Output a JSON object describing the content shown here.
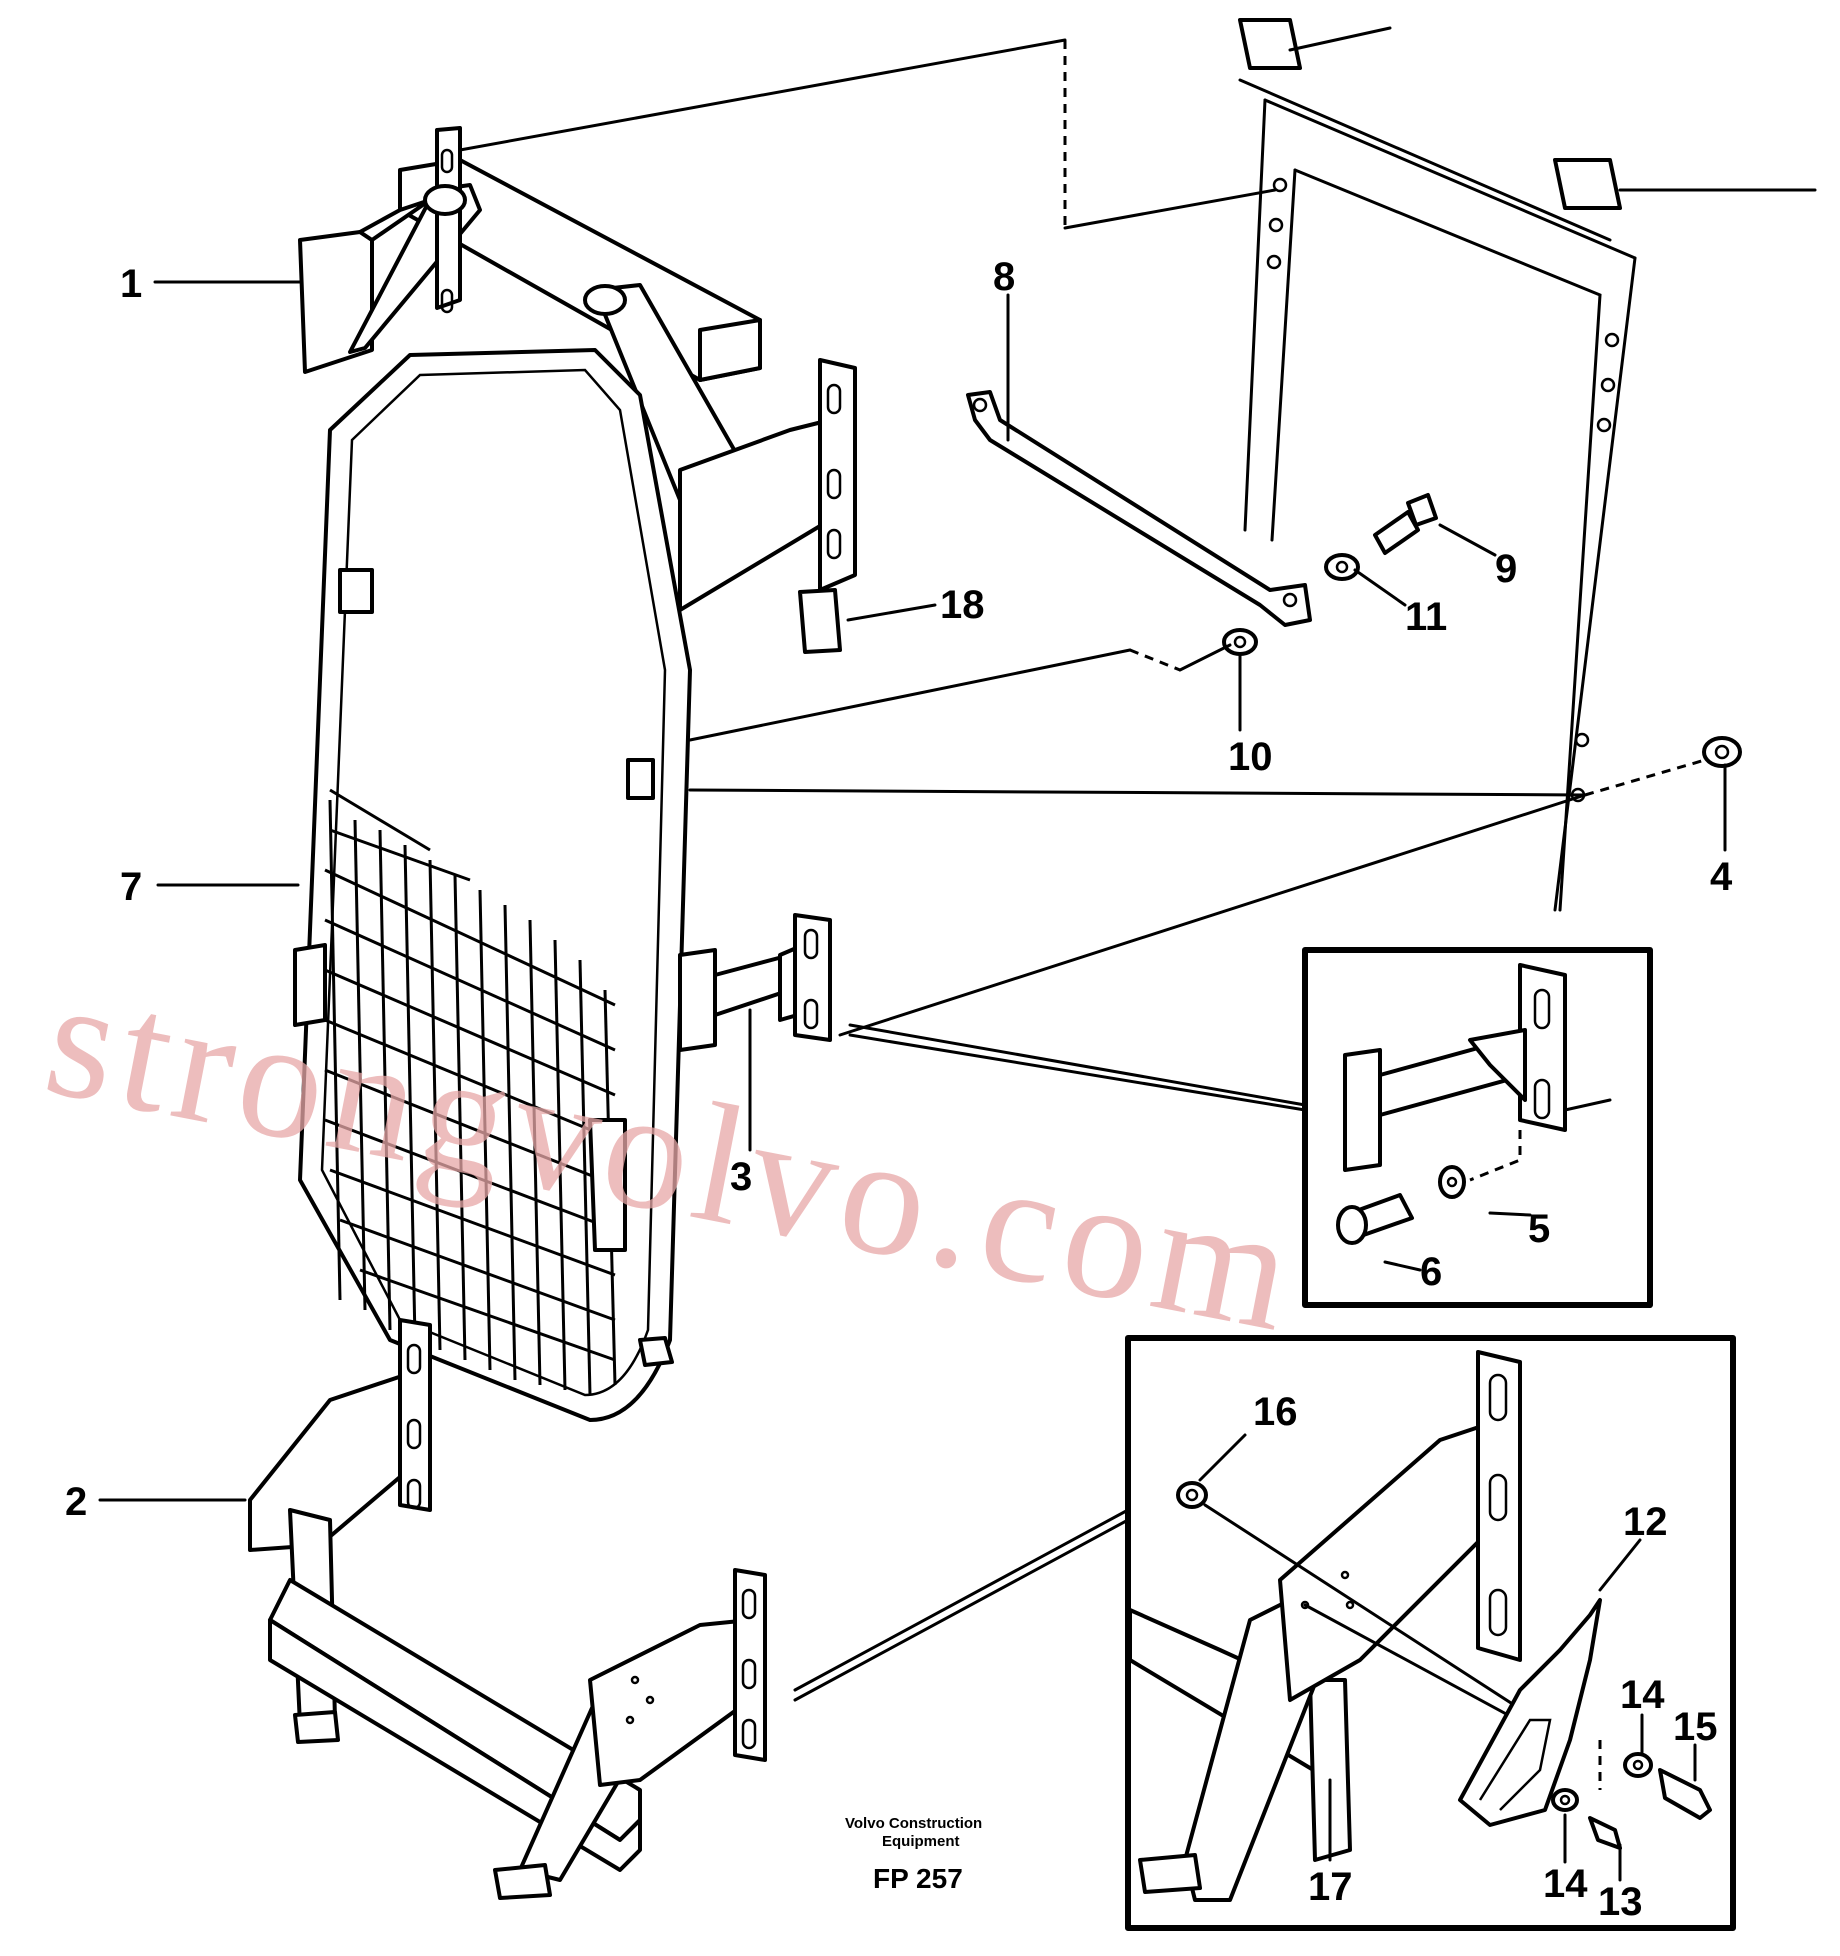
{
  "callouts": {
    "c1": "1",
    "c2": "2",
    "c3": "3",
    "c4": "4",
    "c5": "5",
    "c6": "6",
    "c7": "7",
    "c8": "8",
    "c9": "9",
    "c10": "10",
    "c11": "11",
    "c12": "12",
    "c13": "13",
    "c14a": "14",
    "c14b": "14",
    "c15": "15",
    "c16": "16",
    "c17": "17",
    "c18": "18"
  },
  "credit": {
    "line1": "Volvo Construction",
    "line2": "Equipment"
  },
  "figure_code": "FP 257",
  "watermark": "strongvolvo.com"
}
